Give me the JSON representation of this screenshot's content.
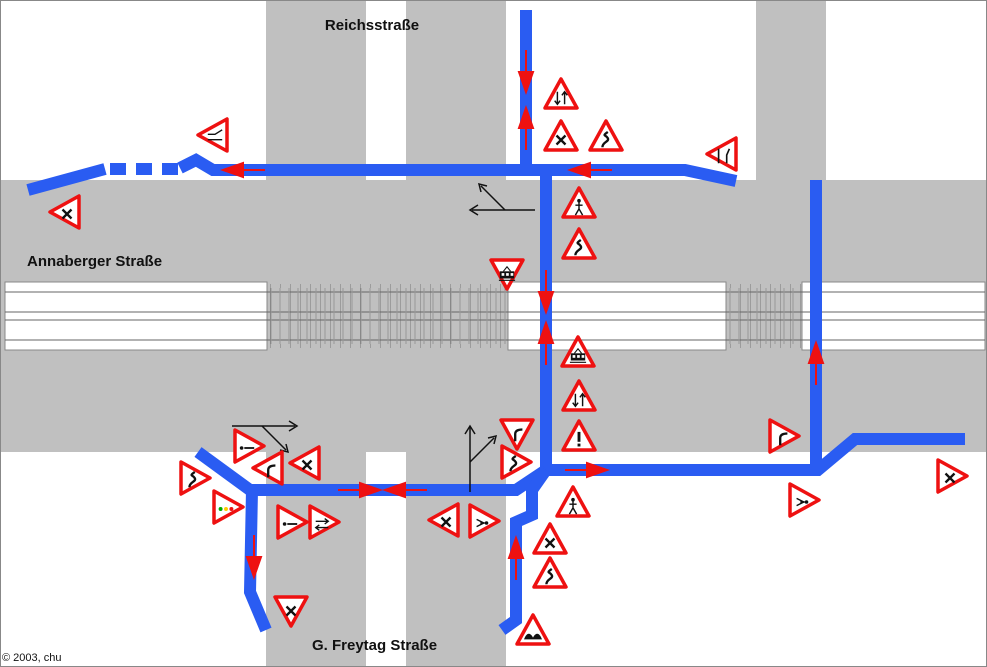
{
  "labels": {
    "reichsstrasse": "Reichsstraße",
    "annaberger": "Annaberger Straße",
    "freytag": "G. Freytag Straße",
    "copyright": "© 2003, chu"
  },
  "colors": {
    "road": "#c0c0c0",
    "route": "#2a5cf2",
    "arrow": "#ee1111",
    "sign_border": "#ee1111",
    "sign_fill": "#ffffff",
    "rail": "#555555"
  },
  "signs": [
    {
      "symbol": "oncoming-traffic",
      "orientation": "up"
    },
    {
      "symbol": "priority-right",
      "orientation": "up"
    },
    {
      "symbol": "double-curve",
      "orientation": "up"
    },
    {
      "symbol": "narrowing",
      "orientation": "left"
    },
    {
      "symbol": "merging-lanes",
      "orientation": "left"
    },
    {
      "symbol": "priority-right",
      "orientation": "left"
    },
    {
      "symbol": "pedestrians",
      "orientation": "up"
    },
    {
      "symbol": "double-curve",
      "orientation": "up"
    },
    {
      "symbol": "tram",
      "orientation": "down"
    },
    {
      "symbol": "tram",
      "orientation": "up"
    },
    {
      "symbol": "oncoming-traffic",
      "orientation": "up"
    },
    {
      "symbol": "danger",
      "orientation": "up"
    },
    {
      "symbol": "curve",
      "orientation": "down"
    },
    {
      "symbol": "double-curve",
      "orientation": "right"
    },
    {
      "symbol": "pedestrians",
      "orientation": "up"
    },
    {
      "symbol": "priority-right",
      "orientation": "up"
    },
    {
      "symbol": "double-curve",
      "orientation": "up"
    },
    {
      "symbol": "uneven-road",
      "orientation": "up"
    },
    {
      "symbol": "priority-right",
      "orientation": "right"
    },
    {
      "symbol": "roundabout",
      "orientation": "right"
    },
    {
      "symbol": "curve",
      "orientation": "right"
    },
    {
      "symbol": "roundabout",
      "orientation": "right"
    },
    {
      "symbol": "priority-right",
      "orientation": "left"
    },
    {
      "symbol": "priority-right",
      "orientation": "down"
    },
    {
      "symbol": "one-way-right",
      "orientation": "right"
    },
    {
      "symbol": "priority-right",
      "orientation": "left"
    },
    {
      "symbol": "curve",
      "orientation": "left"
    },
    {
      "symbol": "double-curve",
      "orientation": "right"
    },
    {
      "symbol": "traffic-lights",
      "orientation": "right"
    },
    {
      "symbol": "one-way-right",
      "orientation": "right"
    },
    {
      "symbol": "lane-change",
      "orientation": "right"
    },
    {
      "symbol": "priority-right",
      "orientation": "down"
    }
  ]
}
